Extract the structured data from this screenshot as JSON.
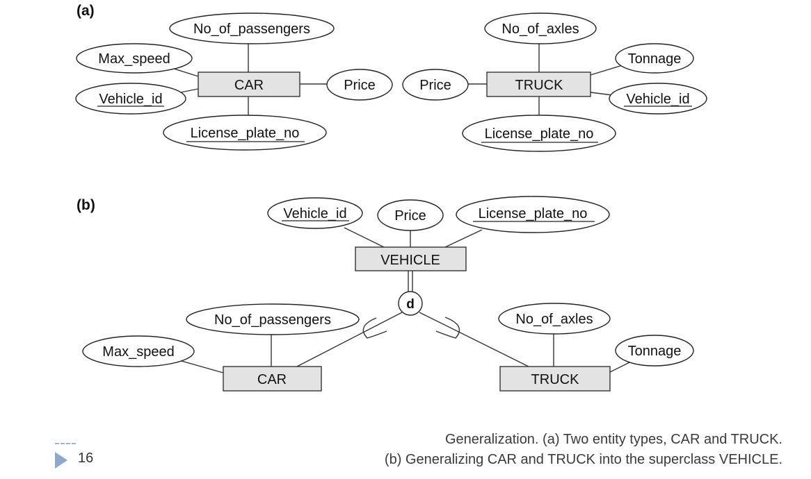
{
  "panel_a": {
    "label": "(a)",
    "car": {
      "entity": "CAR",
      "no_of_passengers": "No_of_passengers",
      "max_speed": "Max_speed",
      "vehicle_id": "Vehicle_id",
      "license_plate_no": "License_plate_no",
      "price": "Price"
    },
    "truck": {
      "entity": "TRUCK",
      "no_of_axles": "No_of_axles",
      "tonnage": "Tonnage",
      "vehicle_id": "Vehicle_id",
      "license_plate_no": "License_plate_no",
      "price": "Price"
    }
  },
  "panel_b": {
    "label": "(b)",
    "vehicle": {
      "entity": "VEHICLE",
      "vehicle_id": "Vehicle_id",
      "price": "Price",
      "license_plate_no": "License_plate_no"
    },
    "disjoint": "d",
    "car": {
      "entity": "CAR",
      "no_of_passengers": "No_of_passengers",
      "max_speed": "Max_speed"
    },
    "truck": {
      "entity": "TRUCK",
      "no_of_axles": "No_of_axles",
      "tonnage": "Tonnage"
    }
  },
  "caption": {
    "line1": "Generalization. (a) Two entity types, CAR and TRUCK.",
    "line2": "(b) Generalizing CAR and TRUCK into the superclass VEHICLE."
  },
  "slide": {
    "page_number": "16"
  }
}
